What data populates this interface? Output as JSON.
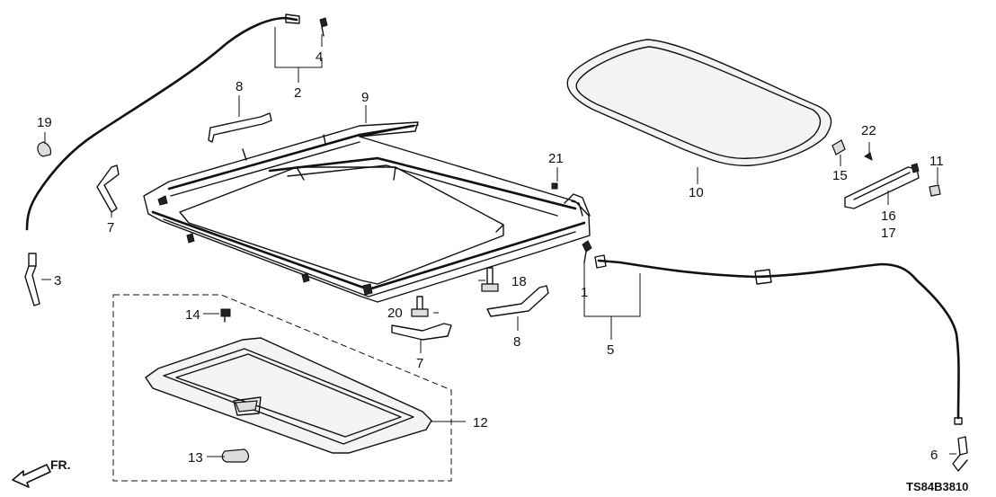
{
  "labels": {
    "p1": "1",
    "p2": "2",
    "p3": "3",
    "p4": "4",
    "p5": "5",
    "p6": "6",
    "p7a": "7",
    "p7b": "7",
    "p8a": "8",
    "p8b": "8",
    "p9": "9",
    "p10": "10",
    "p11": "11",
    "p12": "12",
    "p13": "13",
    "p14": "14",
    "p15": "15",
    "p16": "16",
    "p17": "17",
    "p18": "18",
    "p19": "19",
    "p20": "20",
    "p21": "21",
    "p22": "22"
  },
  "direction_label": "FR.",
  "diagram_code": "TS84B3810"
}
